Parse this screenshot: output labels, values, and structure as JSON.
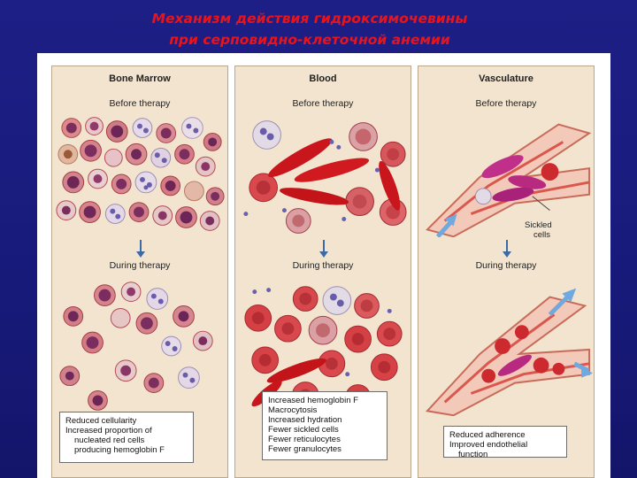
{
  "title": {
    "line1": "Механизм действия гидроксимочевины",
    "line2": "при серповидно-клеточной анемии"
  },
  "panels": [
    {
      "heading": "Bone Marrow",
      "before_label": "Before therapy",
      "during_label": "During therapy",
      "notes": [
        "Reduced cellularity",
        "Increased proportion of",
        "nucleated red cells",
        "producing hemoglobin F"
      ]
    },
    {
      "heading": "Blood",
      "before_label": "Before therapy",
      "during_label": "During therapy",
      "notes": [
        "Increased hemoglobin F",
        "Macrocytosis",
        "Increased hydration",
        "Fewer sickled cells",
        "Fewer reticulocytes",
        "Fewer granulocytes"
      ]
    },
    {
      "heading": "Vasculature",
      "before_label": "Before therapy",
      "during_label": "During therapy",
      "callout": [
        "Sickled",
        "cells"
      ],
      "notes": [
        "Reduced adherence",
        "Improved endothelial",
        "function"
      ]
    }
  ],
  "colors": {
    "slide_background": "#1d1f86",
    "title_red": "#e8141b",
    "panel_fill": "#f2e4cf",
    "red_cell": "#d32a2a",
    "nucleated_cell": "#7a2d5e",
    "arrow_blue": "#3a6aa8"
  }
}
